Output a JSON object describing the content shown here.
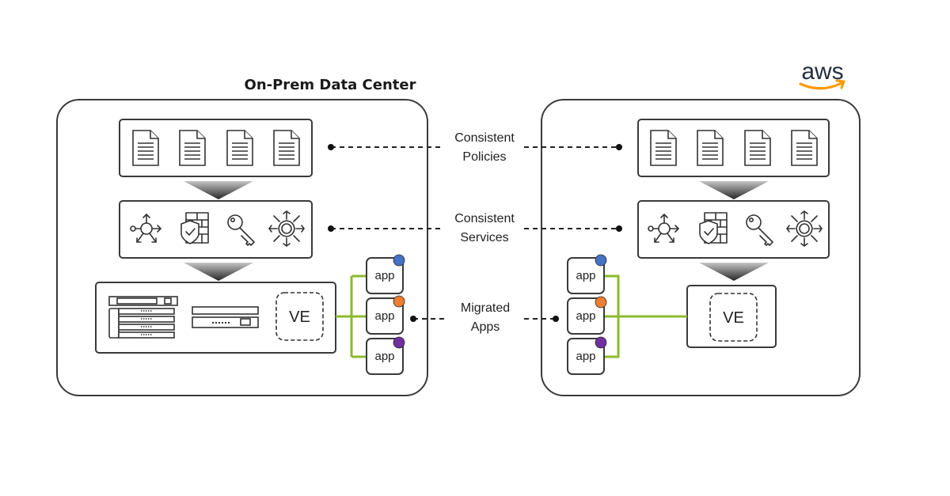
{
  "diagram": {
    "onprem_title": "On-Prem Data Center",
    "aws_logo_text": "aws",
    "connections": [
      {
        "line1": "Consistent",
        "line2": "Policies"
      },
      {
        "line1": "Consistent",
        "line2": "Services"
      },
      {
        "line1": "Migrated",
        "line2": "Apps"
      }
    ],
    "app_label": "app",
    "ve_label": "VE",
    "app_dot_colors": [
      "#4472c4",
      "#ed7d31",
      "#7030a0"
    ],
    "link_color": "#8dba2e",
    "aws_smile_color": "#ff9900",
    "icons": [
      "document-icon",
      "router-icon",
      "firewall-icon",
      "key-icon",
      "load-balancer-icon",
      "server-rack-icon",
      "server-unit-icon"
    ]
  }
}
